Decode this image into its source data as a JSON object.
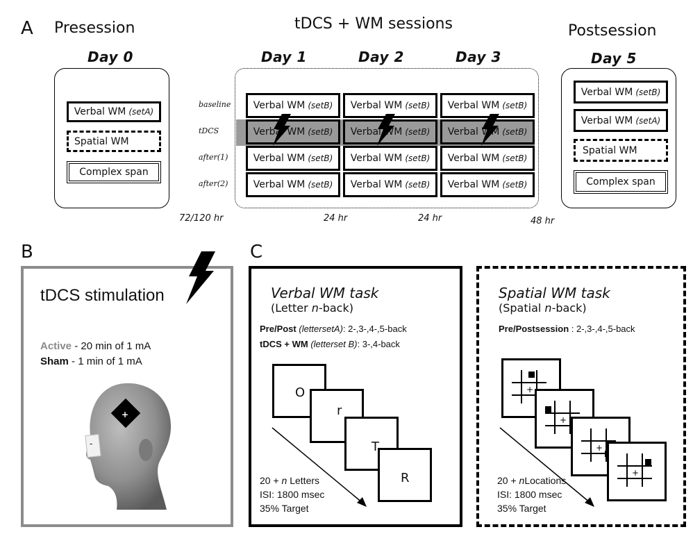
{
  "panelA": {
    "label": "A",
    "presession": "Presession",
    "sessions": "tDCS + WM sessions",
    "postsession": "Postsession",
    "day0": "Day 0",
    "day1": "Day 1",
    "day2": "Day 2",
    "day3": "Day 3",
    "day5": "Day 5",
    "row_labels": [
      "baseline",
      "tDCS",
      "after(1)",
      "after(2)"
    ],
    "verbal": "Verbal WM",
    "setA": "(setA)",
    "setB": "(setB)",
    "spatial": "Spatial WM",
    "complex": "Complex span",
    "gaps": [
      "72/120 hr",
      "24 hr",
      "24 hr",
      "48 hr"
    ]
  },
  "panelB": {
    "label": "B",
    "title": "tDCS stimulation",
    "active_label": "Active",
    "active_text": " - 20 min of 1 mA",
    "sham_label": "Sham",
    "sham_text": " - 1 min of 1 mA",
    "minus": "-",
    "plus": "+"
  },
  "panelC": {
    "label": "C",
    "verbal_title": "Verbal WM task",
    "verbal_sub_pre": "(Letter ",
    "verbal_sub_n": "n",
    "verbal_sub_post": "-back)",
    "prepost_bold": "Pre/Post",
    "prepost_italic": " (lettersetA)",
    "prepost_rest": ": 2-,3-,4-,5-back",
    "tdcs_bold": "tDCS + WM",
    "tdcs_italic": " (letterset B)",
    "tdcs_rest": ": 3-,4-back",
    "letters": [
      "O",
      "r",
      "T",
      "R"
    ],
    "verbal_info": [
      "20 + ",
      "n",
      " Letters",
      "ISI: 1800 msec",
      "35% Target"
    ],
    "spatial_title": "Spatial WM task",
    "spatial_sub_pre": "(Spatial ",
    "spatial_sub_n": "n",
    "spatial_sub_post": "-back)",
    "spatial_prepost_bold": "Pre/Postsession",
    "spatial_prepost_rest": " : 2-,3-,4-,5-back",
    "spatial_info": [
      "20 + ",
      "n",
      "Locations",
      "ISI: 1800 msec",
      "35% Target"
    ]
  },
  "colors": {
    "band": "#9a9a9a",
    "panelB_border": "#8c8c8c",
    "active": "#8a8a8a"
  }
}
